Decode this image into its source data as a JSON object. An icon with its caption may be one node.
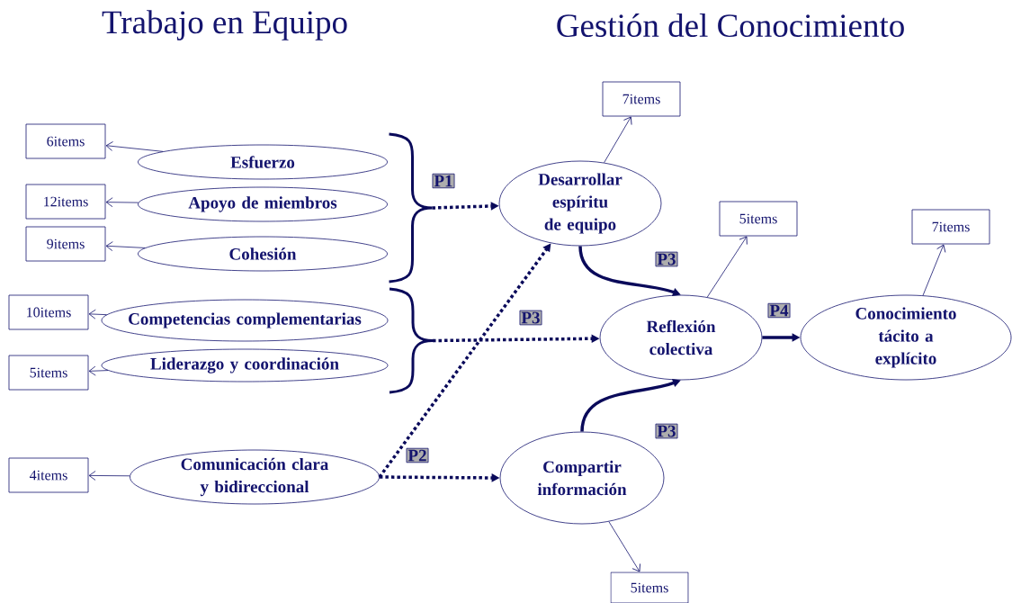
{
  "diagram": {
    "nodes": [
      {
        "text": [
          "Esfuerzo"
        ]
      },
      {
        "text": [
          "Apoyo de miembros"
        ]
      },
      {
        "text": [
          "Cohesión"
        ]
      },
      {
        "text": [
          "Competencias complementarias"
        ]
      },
      {
        "text": [
          "Liderazgo y coordinación"
        ]
      },
      {
        "text": [
          "Comunicación clara y bidireccional"
        ]
      },
      {
        "text": [
          "Desarrollar espíritu de equipo"
        ]
      },
      {
        "text": [
          "Reflexión colectiva"
        ]
      },
      {
        "text": [
          "Compartir información"
        ]
      },
      {
        "text": [
          "Conocimiento tácito a explícito"
        ]
      },
      {
        "text": [
          "6items"
        ]
      },
      {
        "text": [
          "12items"
        ]
      },
      {
        "text": [
          "9items"
        ]
      },
      {
        "text": [
          "10items"
        ]
      },
      {
        "text": [
          "5items"
        ]
      },
      {
        "text": [
          "4items"
        ]
      },
      {
        "text": [
          "7items"
        ]
      },
      {
        "text": [
          "5items"
        ]
      },
      {
        "text": [
          "7items"
        ]
      },
      {
        "text": [
          "5items"
        ]
      }
    ],
    "edges": [
      {
        "from": 0,
        "to": 10,
        "arrow": "to"
      },
      {
        "from": 1,
        "to": 11,
        "arrow": "to"
      },
      {
        "from": 2,
        "to": 12,
        "arrow": "to"
      },
      {
        "from": 3,
        "to": 13,
        "arrow": "to"
      },
      {
        "from": 4,
        "to": 14,
        "arrow": "to"
      },
      {
        "from": 5,
        "to": 15,
        "arrow": "to"
      },
      {
        "from": 6,
        "to": 16,
        "arrow": "to"
      },
      {
        "from": 7,
        "to": 17,
        "arrow": "to"
      },
      {
        "from": 9,
        "to": 18,
        "arrow": "to"
      },
      {
        "from": 8,
        "to": 19,
        "arrow": "to"
      },
      {
        "from": 1,
        "to": 6,
        "arrow": "to",
        "label": "P1",
        "style": "dashed"
      },
      {
        "from": 3,
        "to": 7,
        "arrow": "to",
        "label": "P3",
        "style": "dashed"
      },
      {
        "from": 5,
        "to": 6,
        "arrow": "to",
        "style": "dashed"
      },
      {
        "from": 5,
        "to": 8,
        "arrow": "to",
        "label": "P2",
        "style": "dashed"
      },
      {
        "from": 6,
        "to": 7,
        "arrow": "to",
        "label": "P3",
        "style": "thick"
      },
      {
        "from": 8,
        "to": 7,
        "arrow": "to",
        "label": "P3",
        "style": "thick"
      },
      {
        "from": 7,
        "to": 9,
        "arrow": "to",
        "label": "P4",
        "style": "thick"
      }
    ],
    "labels": [
      "Trabajo en Equipo",
      "Gestión del Conocimiento"
    ]
  }
}
